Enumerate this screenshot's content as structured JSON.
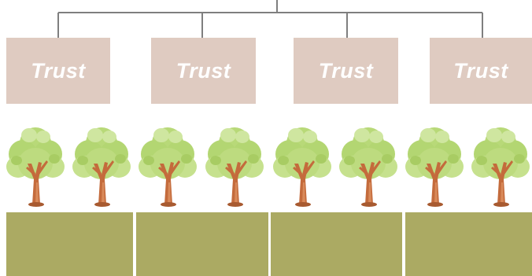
{
  "diagram": {
    "trusts": [
      {
        "label": "Trust"
      },
      {
        "label": "Trust"
      },
      {
        "label": "Trust"
      },
      {
        "label": "Trust"
      }
    ],
    "tree_icon": "tree-icon",
    "tree_count": 8,
    "colors": {
      "trust_fill": "#dfcbc1",
      "trust_text": "#ffffff",
      "connector": "#7f7f7f",
      "block_fill": "#abaa63",
      "foliage": "#b8d978",
      "trunk": "#c46b3c"
    }
  }
}
